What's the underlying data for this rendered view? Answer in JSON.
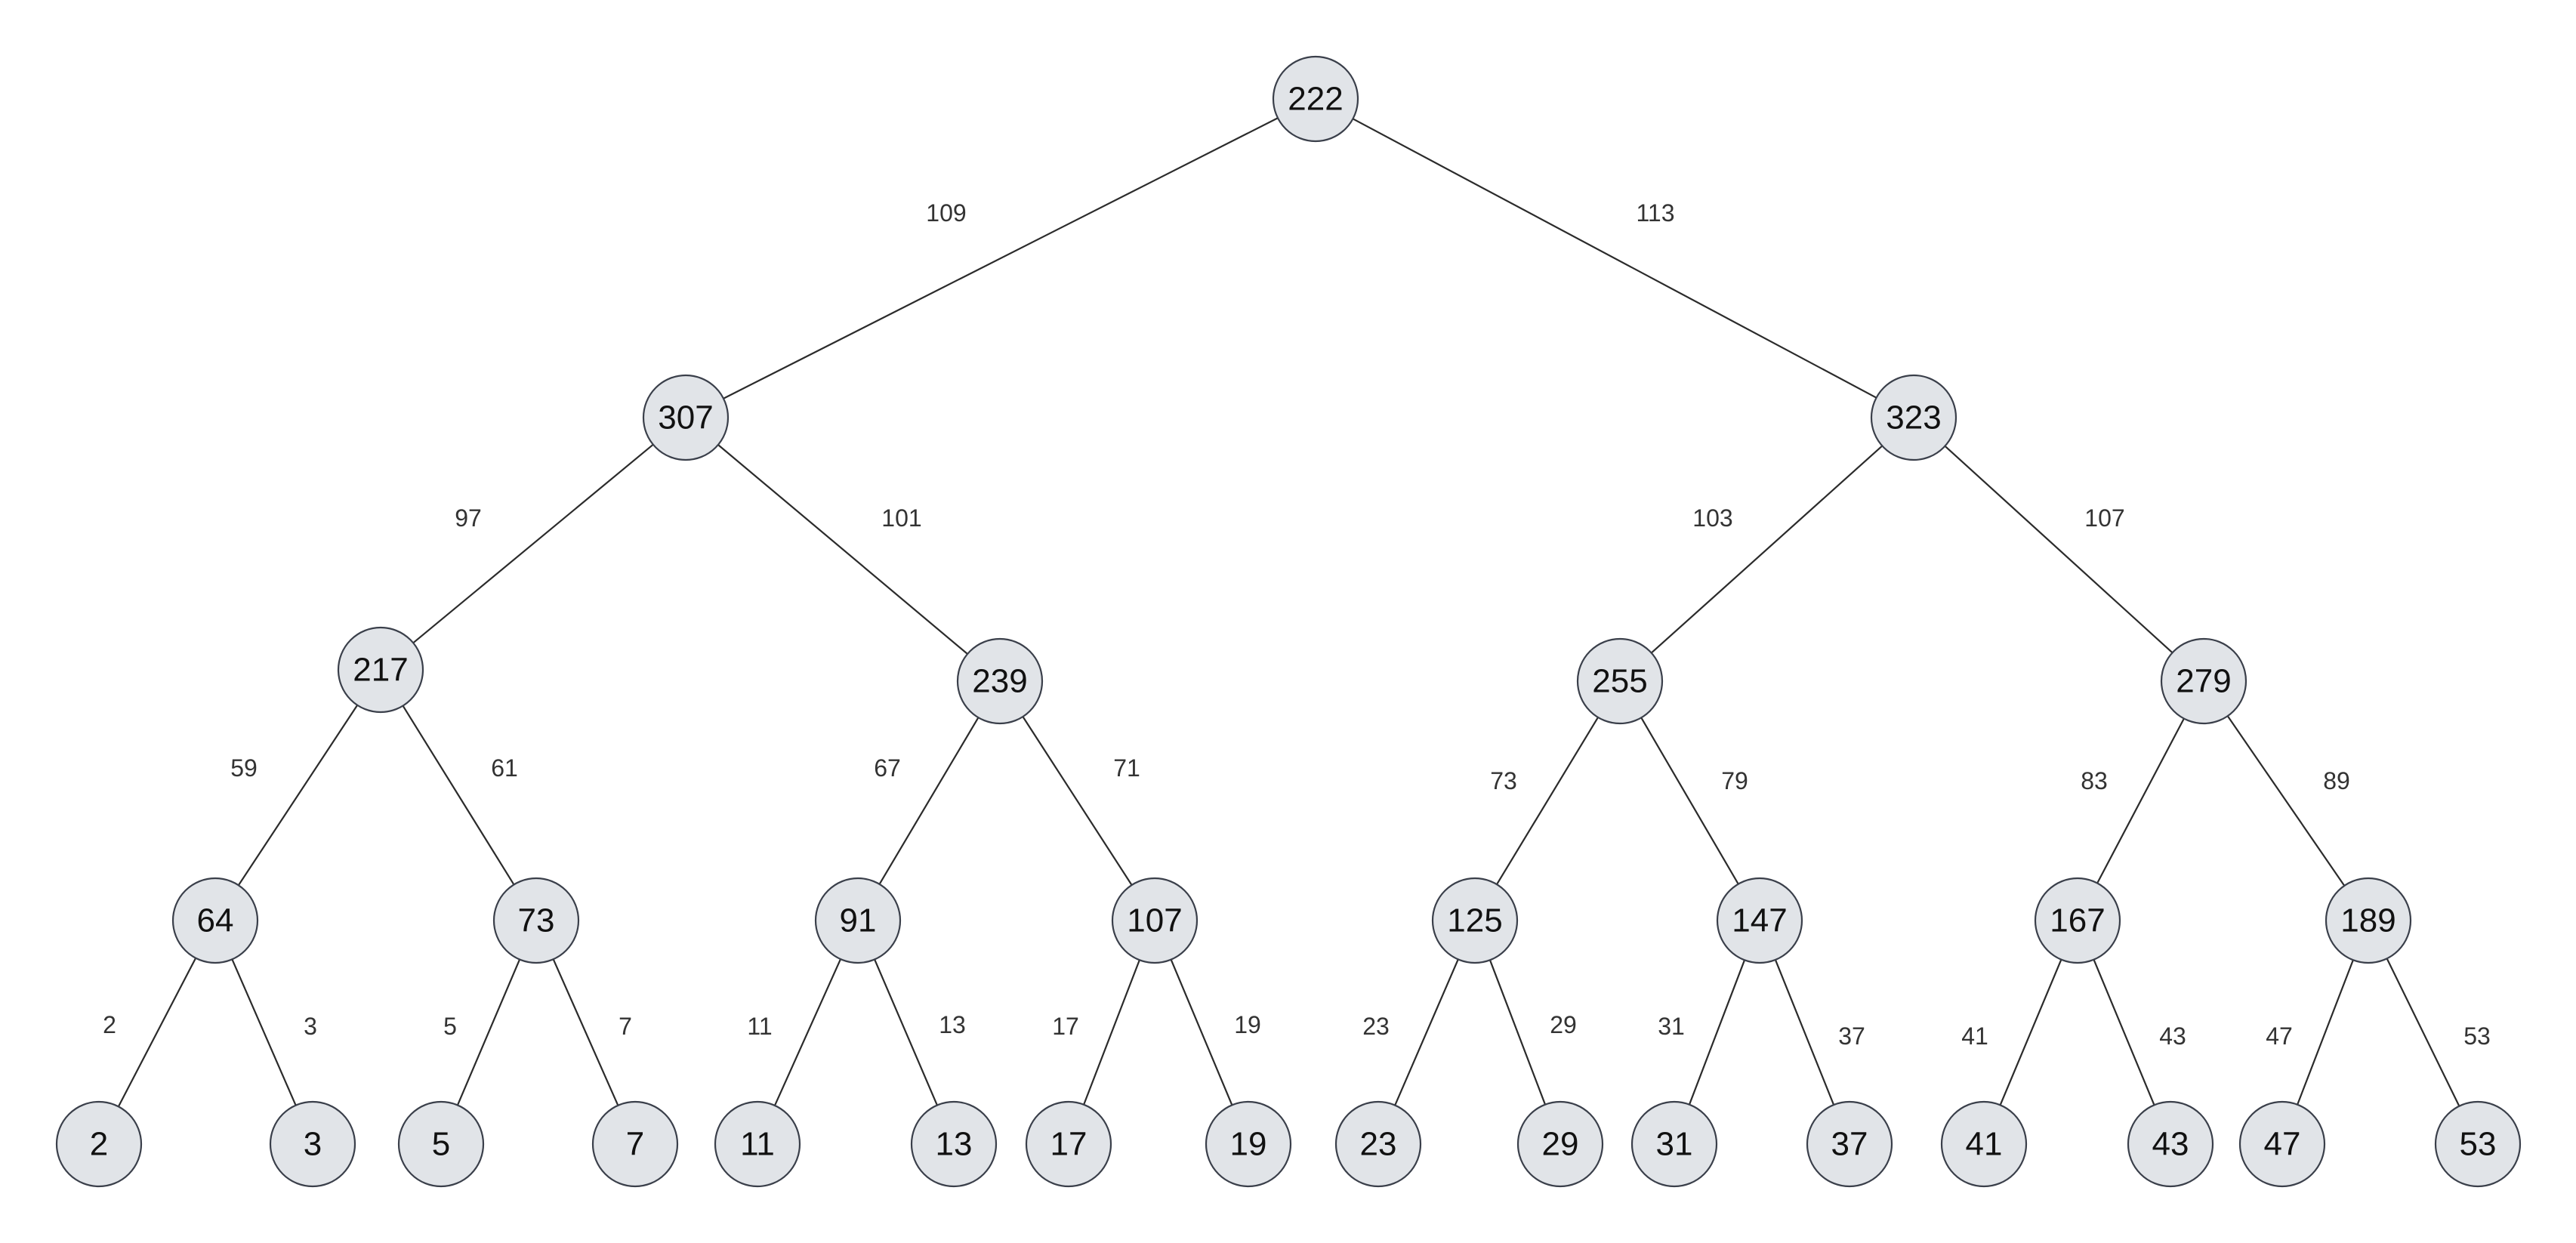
{
  "tree": {
    "nodes": [
      {
        "id": "n0",
        "value": "222"
      },
      {
        "id": "n1",
        "value": "307"
      },
      {
        "id": "n2",
        "value": "323"
      },
      {
        "id": "n3",
        "value": "217"
      },
      {
        "id": "n4",
        "value": "239"
      },
      {
        "id": "n5",
        "value": "255"
      },
      {
        "id": "n6",
        "value": "279"
      },
      {
        "id": "n7",
        "value": "64"
      },
      {
        "id": "n8",
        "value": "73"
      },
      {
        "id": "n9",
        "value": "91"
      },
      {
        "id": "n10",
        "value": "107"
      },
      {
        "id": "n11",
        "value": "125"
      },
      {
        "id": "n12",
        "value": "147"
      },
      {
        "id": "n13",
        "value": "167"
      },
      {
        "id": "n14",
        "value": "189"
      },
      {
        "id": "n15",
        "value": "2"
      },
      {
        "id": "n16",
        "value": "3"
      },
      {
        "id": "n17",
        "value": "5"
      },
      {
        "id": "n18",
        "value": "7"
      },
      {
        "id": "n19",
        "value": "11"
      },
      {
        "id": "n20",
        "value": "13"
      },
      {
        "id": "n21",
        "value": "17"
      },
      {
        "id": "n22",
        "value": "19"
      },
      {
        "id": "n23",
        "value": "23"
      },
      {
        "id": "n24",
        "value": "29"
      },
      {
        "id": "n25",
        "value": "31"
      },
      {
        "id": "n26",
        "value": "37"
      },
      {
        "id": "n27",
        "value": "41"
      },
      {
        "id": "n28",
        "value": "43"
      },
      {
        "id": "n29",
        "value": "47"
      },
      {
        "id": "n30",
        "value": "53"
      }
    ],
    "edges": [
      {
        "from": "n0",
        "to": "n1",
        "label": "109"
      },
      {
        "from": "n0",
        "to": "n2",
        "label": "113"
      },
      {
        "from": "n1",
        "to": "n3",
        "label": "97"
      },
      {
        "from": "n1",
        "to": "n4",
        "label": "101"
      },
      {
        "from": "n2",
        "to": "n5",
        "label": "103"
      },
      {
        "from": "n2",
        "to": "n6",
        "label": "107"
      },
      {
        "from": "n3",
        "to": "n7",
        "label": "59"
      },
      {
        "from": "n3",
        "to": "n8",
        "label": "61"
      },
      {
        "from": "n4",
        "to": "n9",
        "label": "67"
      },
      {
        "from": "n4",
        "to": "n10",
        "label": "71"
      },
      {
        "from": "n5",
        "to": "n11",
        "label": "73"
      },
      {
        "from": "n5",
        "to": "n12",
        "label": "79"
      },
      {
        "from": "n6",
        "to": "n13",
        "label": "83"
      },
      {
        "from": "n6",
        "to": "n14",
        "label": "89"
      },
      {
        "from": "n7",
        "to": "n15",
        "label": "2"
      },
      {
        "from": "n7",
        "to": "n16",
        "label": "3"
      },
      {
        "from": "n8",
        "to": "n17",
        "label": "5"
      },
      {
        "from": "n8",
        "to": "n18",
        "label": "7"
      },
      {
        "from": "n9",
        "to": "n19",
        "label": "11"
      },
      {
        "from": "n9",
        "to": "n20",
        "label": "13"
      },
      {
        "from": "n10",
        "to": "n21",
        "label": "17"
      },
      {
        "from": "n10",
        "to": "n22",
        "label": "19"
      },
      {
        "from": "n11",
        "to": "n23",
        "label": "23"
      },
      {
        "from": "n11",
        "to": "n24",
        "label": "29"
      },
      {
        "from": "n12",
        "to": "n25",
        "label": "31"
      },
      {
        "from": "n12",
        "to": "n26",
        "label": "37"
      },
      {
        "from": "n13",
        "to": "n27",
        "label": "41"
      },
      {
        "from": "n13",
        "to": "n28",
        "label": "43"
      },
      {
        "from": "n14",
        "to": "n29",
        "label": "47"
      },
      {
        "from": "n14",
        "to": "n30",
        "label": "53"
      }
    ]
  }
}
